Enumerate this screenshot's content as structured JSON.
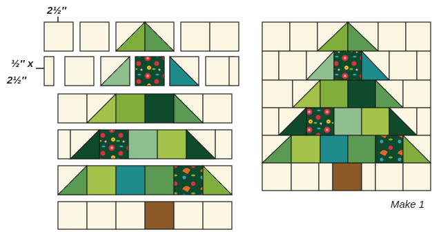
{
  "labels": {
    "square_size": "2½″",
    "strip_size_line1": "½″ x",
    "strip_size_line2": "2½″",
    "make_count": "Make 1"
  },
  "colors": {
    "cream": "#FCF7E2",
    "outline": "#1a1a1a",
    "lime_green": "#7FAE3C",
    "medium_green": "#5A9A52",
    "dark_green": "#0E4A2C",
    "mint_green": "#8FBE8F",
    "teal": "#1E8A8C",
    "yellow_green": "#A3C24A",
    "trunk_brown": "#8A5A28",
    "floral_background": "#0E4A2C",
    "floral_red": "#D8323E"
  },
  "diagram": {
    "pieces": [
      "cream square",
      "half-square triangle",
      "floral print square",
      "trunk square"
    ]
  }
}
